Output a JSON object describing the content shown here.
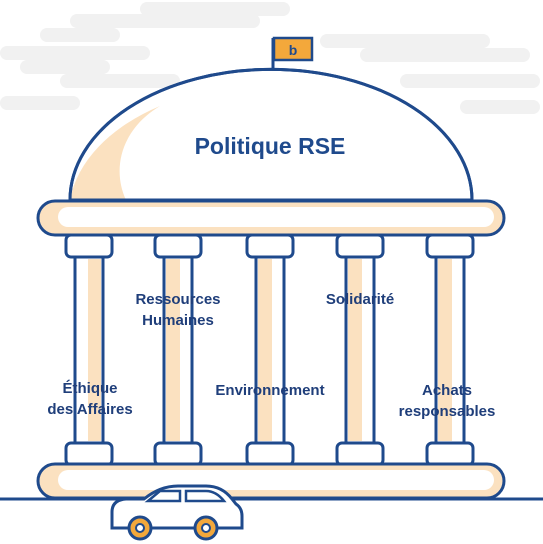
{
  "title": "Politique RSE",
  "flag_letter": "b",
  "pillars": [
    {
      "label": "Éthique\ndes Affaires"
    },
    {
      "label": "Ressources\nHumaines"
    },
    {
      "label": "Environnement"
    },
    {
      "label": "Solidarité"
    },
    {
      "label": "Achats\nresponsables"
    }
  ],
  "colors": {
    "outline": "#1f4a8c",
    "accent": "#fbe1c0",
    "flag": "#f3a83b",
    "cloud": "#f1f1f1",
    "text": "#1f3e7a"
  }
}
